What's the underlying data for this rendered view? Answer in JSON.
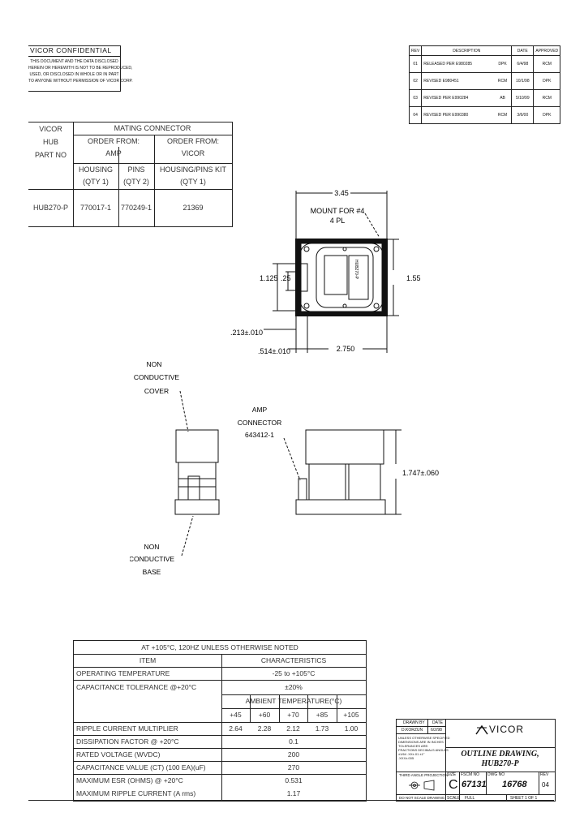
{
  "confidential": {
    "title": "VICOR   CONFIDENTIAL",
    "lines": [
      "THIS DOCUMENT AND THE DATA DISCLOSED",
      "HEREIN OR HEREWITH IS NOT TO BE REPRODUCED,",
      "USED, OR DISCLOSED IN WHOLE OR IN PART",
      "TO ANYONE WITHOUT PERMISSION OF VICOR CORP."
    ]
  },
  "revisions": {
    "headers": [
      "REV",
      "DESCRIPTION",
      "DATE",
      "APPROVED"
    ],
    "rows": [
      {
        "rev": "01",
        "desc": "RELEASED PER E980285",
        "by": "DPK",
        "date": "6/4/98",
        "appr": "RCM"
      },
      {
        "rev": "02",
        "desc": "REVISED E980451",
        "by": "RCM",
        "date": "10/1/98",
        "appr": "DPK"
      },
      {
        "rev": "03",
        "desc": "REVISED PER E990284",
        "by": "AB",
        "date": "5/10/99",
        "appr": "RCM"
      },
      {
        "rev": "04",
        "desc": "REVISED PER E990380",
        "by": "RCM",
        "date": "3/6/00",
        "appr": "DPK"
      }
    ]
  },
  "mating": {
    "col1": [
      "VICOR",
      "HUB",
      "PART NO"
    ],
    "header": "MATING CONNECTOR",
    "amp_header": [
      "ORDER FROM:",
      "AMP"
    ],
    "vicor_header": [
      "ORDER FROM:",
      "VICOR"
    ],
    "sub1": [
      "HOUSING",
      "(QTY 1)"
    ],
    "sub2": [
      "PINS",
      "(QTY 2)"
    ],
    "sub3": [
      "HOUSING/PINS KIT",
      "(QTY 1)"
    ],
    "row": [
      "HUB270-P",
      "770017-1",
      "770249-1",
      "21369"
    ]
  },
  "outline": {
    "dim_width": "3.45",
    "mount_label": [
      "MOUNT FOR #4",
      "4 PL"
    ],
    "dim_height": "1.55",
    "dim_1125": "1.125",
    "dim_25": ".25",
    "dim_213": ".213±.010",
    "dim_514": ".514±.010",
    "dim_2750": "2.750",
    "device_text": "HUB270-P"
  },
  "side": {
    "cover_label": [
      "NON",
      "CONDUCTIVE",
      "COVER"
    ],
    "base_label": [
      "NON",
      "CONDUCTIVE",
      "BASE"
    ],
    "amp_label": [
      "AMP",
      "CONNECTOR",
      "643412-1"
    ],
    "dim_height": "1.747±.060"
  },
  "specs": {
    "note": "AT +105°C, 120HZ UNLESS OTHERWISE NOTED",
    "item_header": "ITEM",
    "char_header": "CHARACTERISTICS",
    "rows": [
      {
        "item": "OPERATING TEMPERATURE",
        "value": "-25 to +105°C"
      },
      {
        "item": "CAPACITANCE TOLERANCE @+20°C",
        "value": "±20%"
      }
    ],
    "ambient_header": "AMBIENT TEMPERATURE(°C)",
    "temps": [
      "+45",
      "+60",
      "+70",
      "+85",
      "+105"
    ],
    "ripple_item": "RIPPLE CURRENT MULTIPLIER",
    "multipliers": [
      "2.64",
      "2.28",
      "2.12",
      "1.73",
      "1.00"
    ],
    "rows2": [
      {
        "item": "DISSIPATION FACTOR @ +20°C",
        "value": "0.1"
      },
      {
        "item": "RATED VOLTAGE (WVDC)",
        "value": "200"
      },
      {
        "item": "CAPACITANCE VALUE (CT) (100 EA)(uF)",
        "value": "270"
      },
      {
        "item": "MAXIMUM ESR (OHMS) @ +20°C",
        "value": "0.531"
      },
      {
        "item": "MAXIMUM RIPPLE CURRENT (A rms)",
        "value": "1.17"
      }
    ]
  },
  "titleblock": {
    "drawn": "DRAWN BY",
    "date_h": "DATE",
    "drawn_val": "D.KORZUN",
    "date_val": "6/2/98",
    "notes": [
      "UNLESS OTHERWISE SPECIFIED",
      "DIMENSIONS ARE IN INCHES",
      "TOLERANCES ARE:",
      "FRACTIONS  DECIMALS  ANGLES",
      "±1/64   .XX±.01   ±1°",
      "         .XXX±.005"
    ],
    "projection": "THIRD ANGLE PROJECTION",
    "do_not_scale": "DO NOT SCALE DRAWING",
    "company": "VICOR",
    "title": [
      "OUTLINE DRAWING,",
      "HUB270-P"
    ],
    "size_h": "SIZE",
    "size": "C",
    "fscm_h": "FSCM NO",
    "fscm": "67131",
    "dwg_h": "DWG NO",
    "dwg": "16768",
    "rev_h": "REV",
    "rev": "04",
    "scale_h": "SCALE",
    "scale": "FULL",
    "sheet": "SHEET 1 OF 1"
  }
}
